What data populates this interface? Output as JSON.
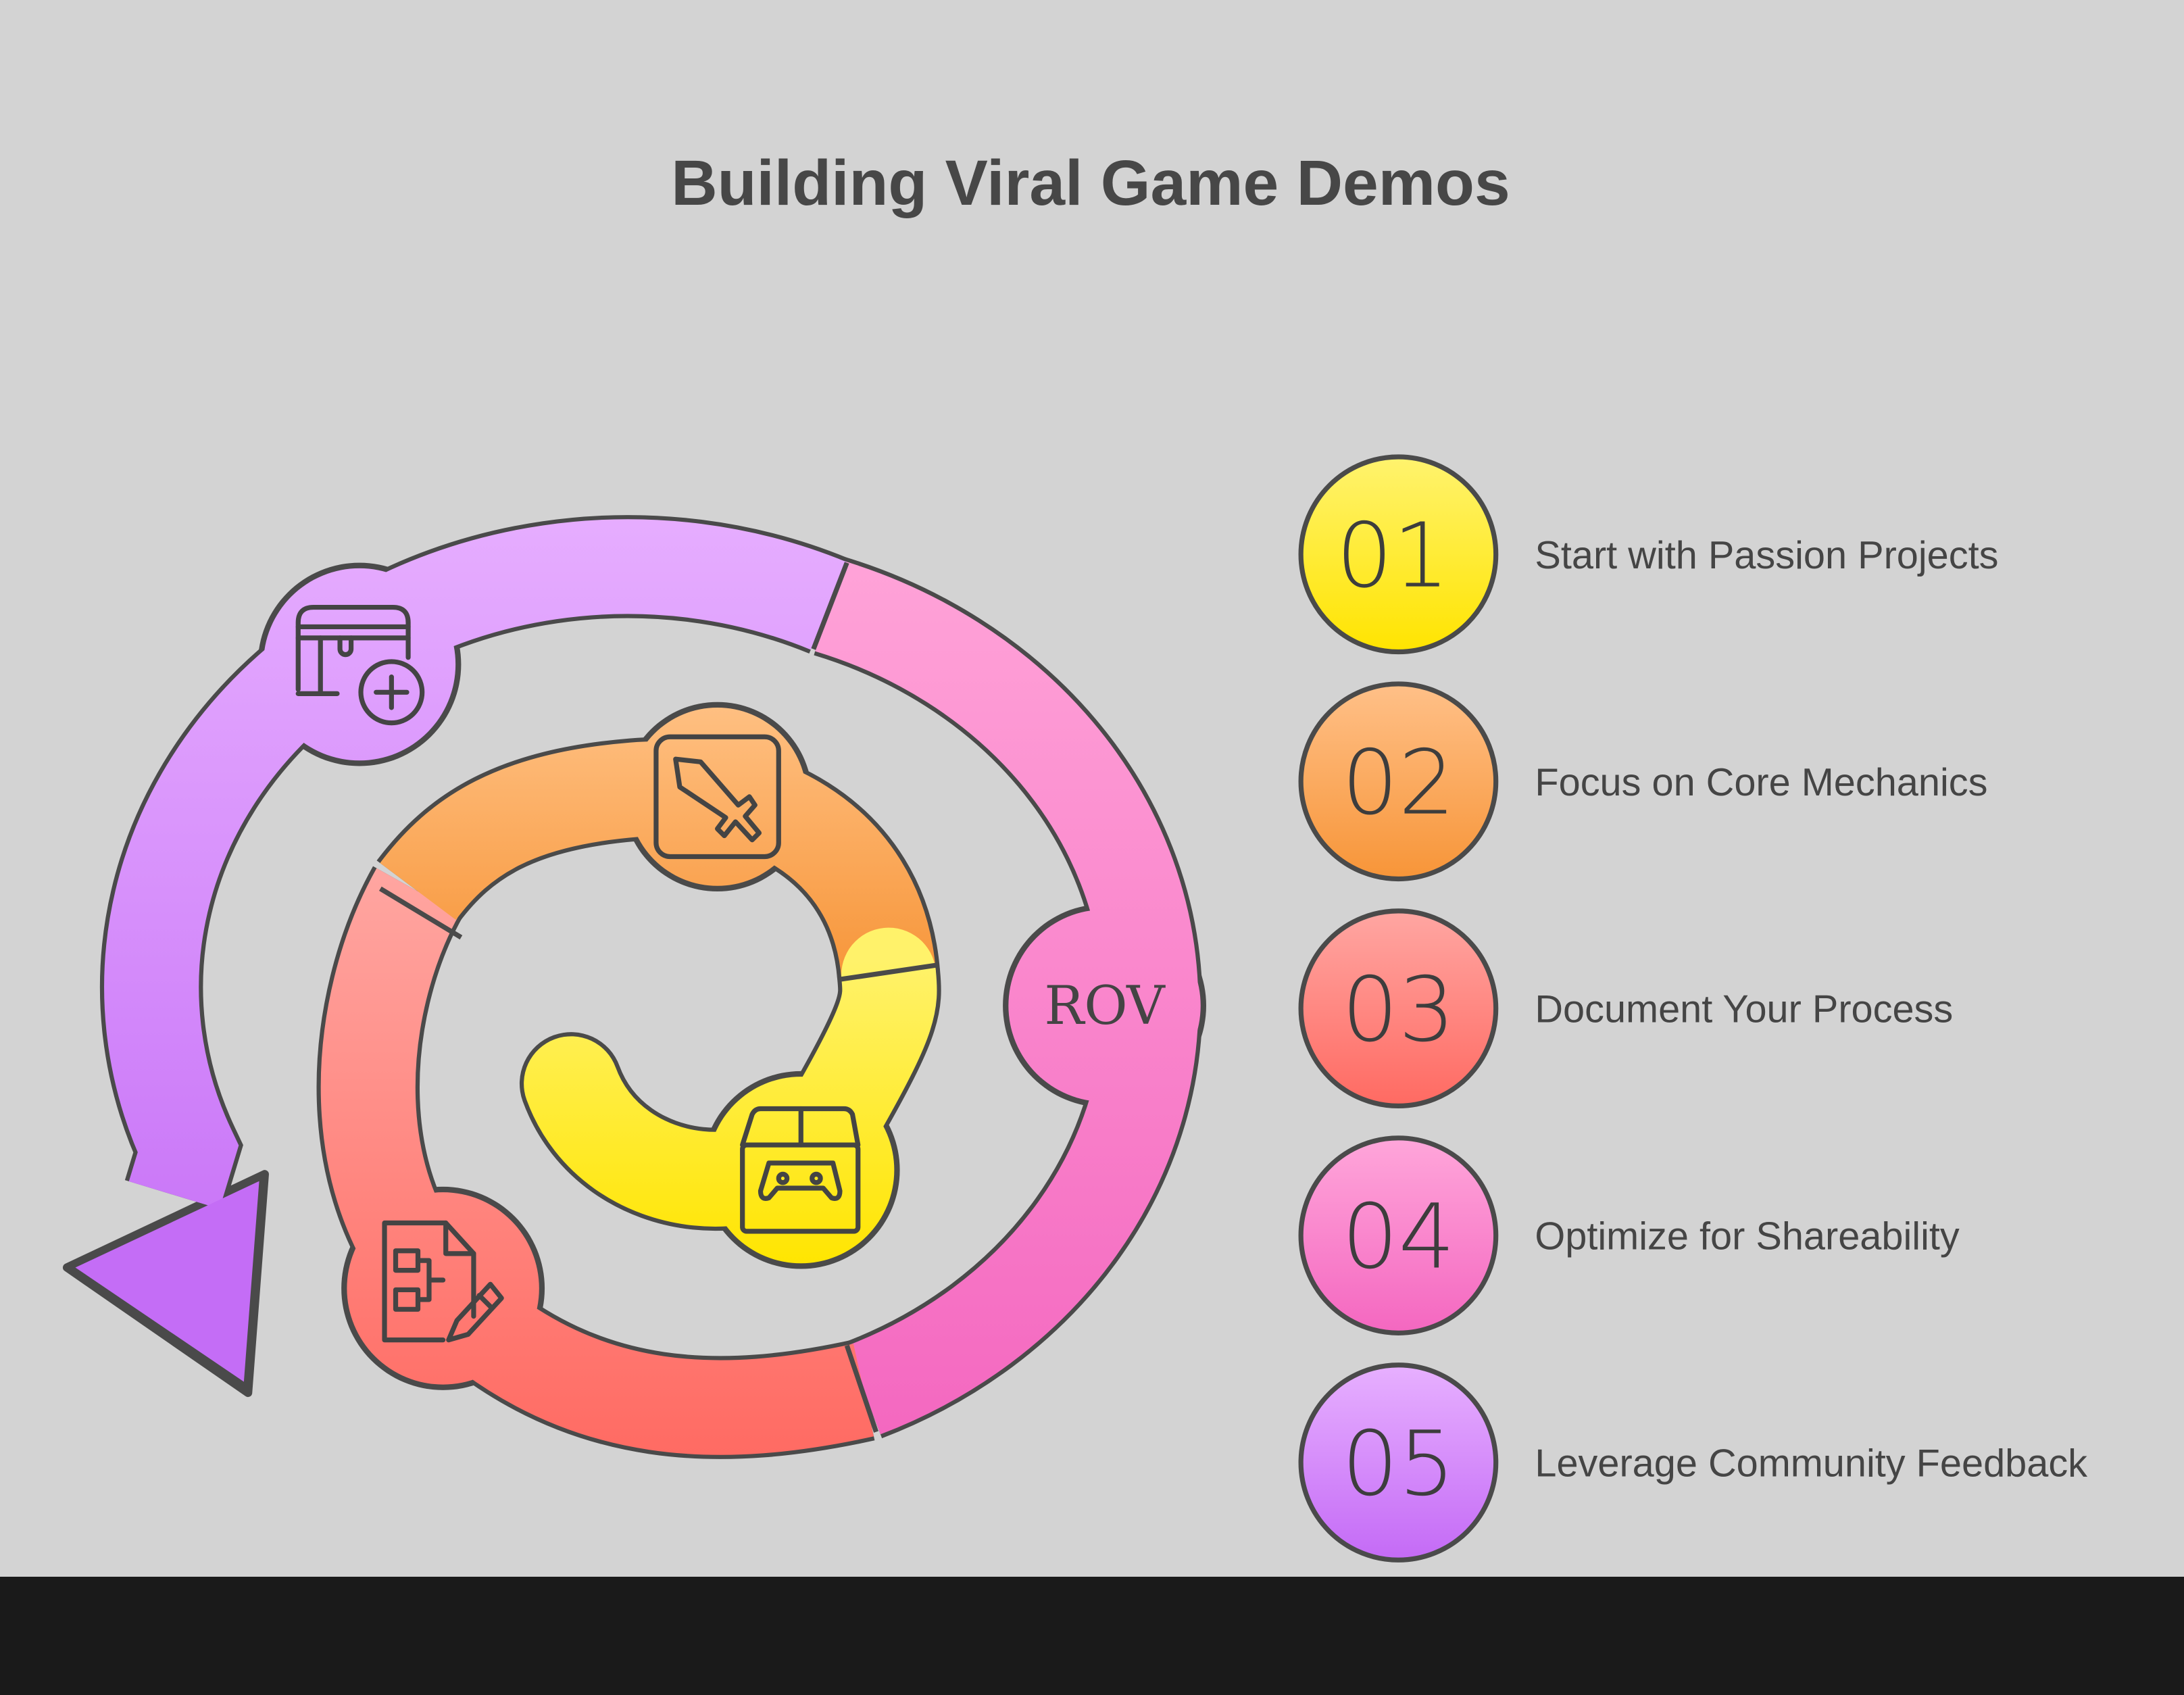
{
  "title": "Building Viral Game Demos",
  "spiral": {
    "center_badge_text": "ROV",
    "icons": [
      "treasure-chest-plus-icon",
      "sword-icon",
      "game-box-icon",
      "document-flow-edit-icon",
      "rov-logo-icon"
    ]
  },
  "steps": [
    {
      "number": "01",
      "label": "Start with Passion Projects",
      "color": "#ffeb3b"
    },
    {
      "number": "02",
      "label": "Focus on Core Mechanics",
      "color": "#f9a04a"
    },
    {
      "number": "03",
      "label": "Document Your Process",
      "color": "#ff7a72"
    },
    {
      "number": "04",
      "label": "Optimize for Shareability",
      "color": "#f884cc"
    },
    {
      "number": "05",
      "label": "Leverage Community Feedback",
      "color": "#d18af9"
    }
  ],
  "colors": {
    "background": "#d3d3d3",
    "outline": "#4a4a4a",
    "text": "#454545"
  }
}
